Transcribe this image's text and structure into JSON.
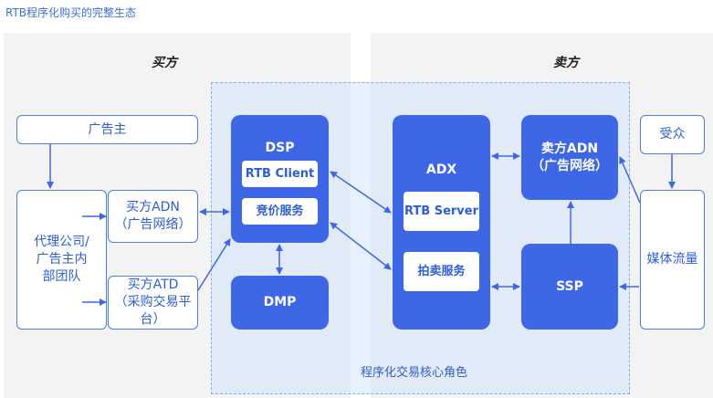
{
  "title": "RTB程序化购买的完整生态",
  "buyer_label": "买方",
  "seller_label": "卖方",
  "core_label": "程序化交易核心角色",
  "nodes": {
    "advertiser": "广告主",
    "agency_line1": "代理公司/",
    "agency_line2": "广告主内",
    "agency_line3": "部团队",
    "buyer_adn_line1": "买方ADN",
    "buyer_adn_line2": "（广告网络）",
    "buyer_atd_line1": "买方ATD",
    "buyer_atd_line2": "（采购交易平台）",
    "dsp": "DSP",
    "rtb_client": "RTB Client",
    "bidding_service": "竞价服务",
    "dmp": "DMP",
    "adx": "ADX",
    "rtb_server": "RTB Server",
    "auction_service": "拍卖服务",
    "seller_adn_line1": "卖方ADN",
    "seller_adn_line2": "（广告网络）",
    "ssp": "SSP",
    "audience": "受众",
    "media_traffic": "媒体流量"
  },
  "colors": {
    "accent": "#3d67e6",
    "title": "#3a6fd8",
    "panel": "#f3f3f3",
    "core_fill": "#cbe0fc"
  }
}
